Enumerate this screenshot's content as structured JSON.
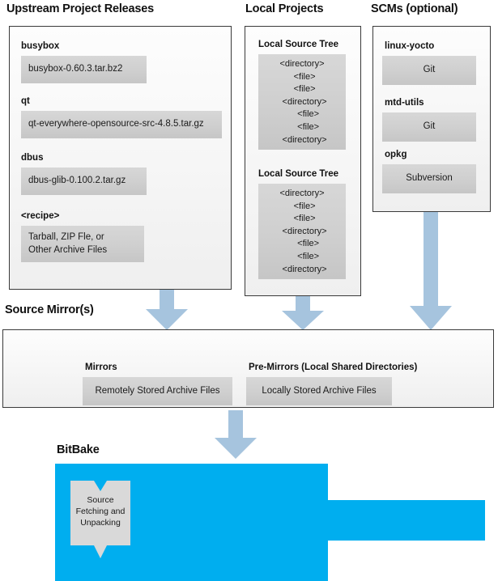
{
  "sections": {
    "upstream": {
      "title": "Upstream Project Releases",
      "items": [
        {
          "label": "busybox",
          "value": "busybox-0.60.3.tar.bz2"
        },
        {
          "label": "qt",
          "value": "qt-everywhere-opensource-src-4.8.5.tar.gz"
        },
        {
          "label": "dbus",
          "value": "dbus-glib-0.100.2.tar.gz"
        },
        {
          "label": "<recipe>",
          "value": "Tarball, ZIP Fle, or\nOther Archive Files"
        }
      ]
    },
    "local_projects": {
      "title": "Local Projects",
      "trees": [
        {
          "label": "Local Source Tree",
          "lines": [
            "<directory>",
            "  <file>",
            "  <file>",
            "  <directory>",
            "     <file>",
            "     <file>",
            "  <directory>"
          ]
        },
        {
          "label": "Local Source Tree",
          "lines": [
            "<directory>",
            "  <file>",
            "  <file>",
            "  <directory>",
            "     <file>",
            "     <file>",
            "  <directory>"
          ]
        }
      ]
    },
    "scms": {
      "title": "SCMs (optional)",
      "items": [
        {
          "label": "linux-yocto",
          "value": "Git"
        },
        {
          "label": "mtd-utils",
          "value": "Git"
        },
        {
          "label": "opkg",
          "value": "Subversion"
        }
      ]
    },
    "source_mirrors": {
      "title": "Source Mirror(s)",
      "items": [
        {
          "label": "Mirrors",
          "value": "Remotely Stored Archive Files"
        },
        {
          "label": "Pre-Mirrors (Local Shared Directories)",
          "value": "Locally Stored Archive Files"
        }
      ]
    },
    "bitbake": {
      "title": "BitBake",
      "task": "Source\nFetching and\nUnpacking"
    }
  },
  "arrows": [
    {
      "name": "arrow-upstream-to-mirrors"
    },
    {
      "name": "arrow-local-projects-to-mirrors"
    },
    {
      "name": "arrow-scms-to-mirrors"
    },
    {
      "name": "arrow-mirrors-to-bitbake"
    }
  ],
  "colors": {
    "bitbake_blue": "#00AEEF",
    "arrow_blue": "#A6C4DE",
    "panel_border": "#3a3a3a",
    "box_grey": "#cfcfcf",
    "text": "#111111"
  }
}
